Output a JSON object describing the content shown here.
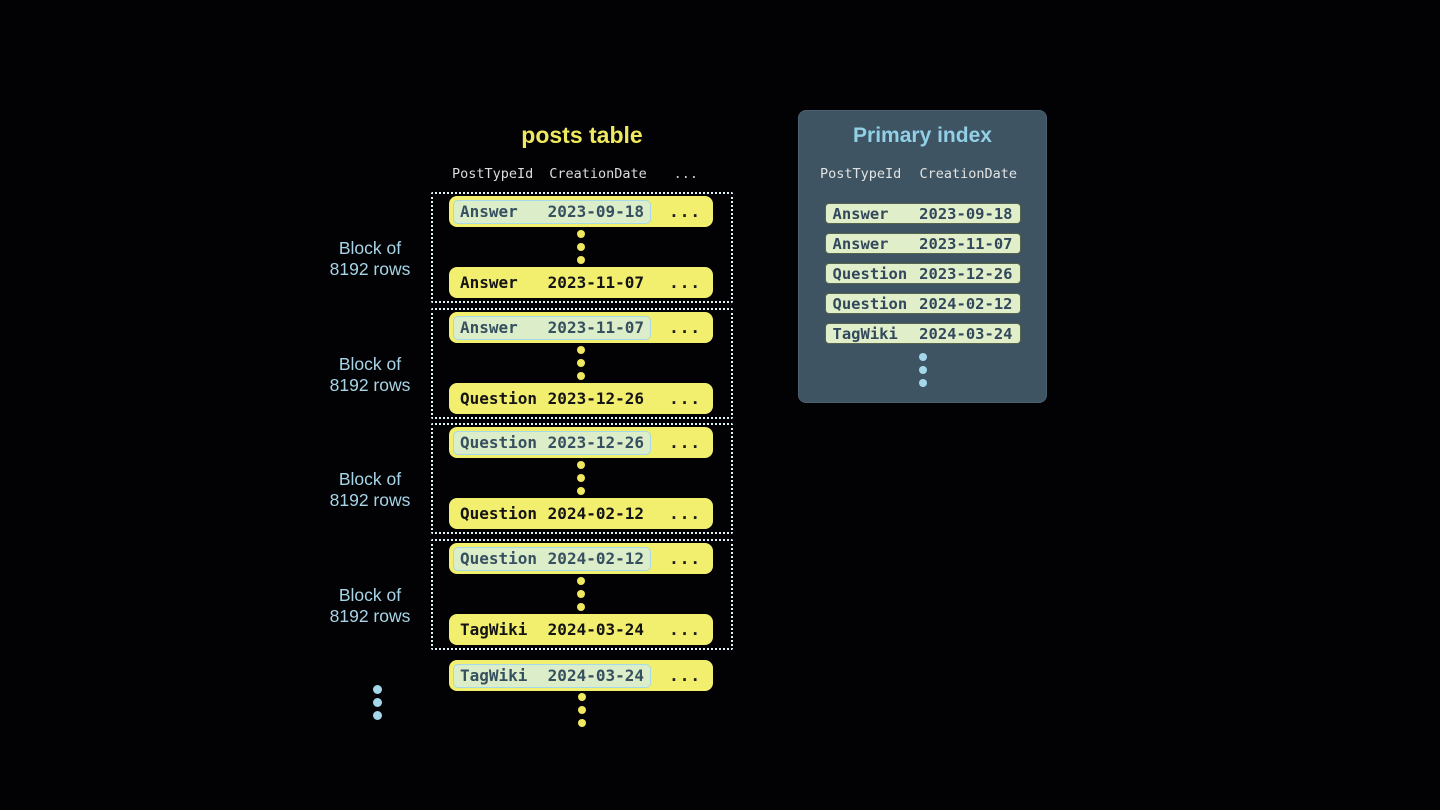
{
  "colors": {
    "background": "#020204",
    "row_yellow": "#f2ee6e",
    "accent_yellow": "#f0e95f",
    "highlight_green": "#dcedca",
    "highlight_border_blue": "#a5daea",
    "label_blue": "#a7d5e7",
    "block_border": "#e0f2f8",
    "panel_bg": "#3e5463",
    "panel_title_blue": "#92d0e8",
    "pill_green": "#e0efca",
    "pill_border": "#55654c",
    "dark_text": "#33485c"
  },
  "posts_table": {
    "title": "posts table",
    "columns": [
      "PostTypeId",
      "CreationDate",
      "..."
    ],
    "ellipsis": "...",
    "blocks": [
      {
        "label_line1": "Block of",
        "label_line2": "8192 rows",
        "first_row": {
          "post_type": "Answer",
          "creation_date": "2023-09-18"
        },
        "last_row": {
          "post_type": "Answer",
          "creation_date": "2023-11-07"
        }
      },
      {
        "label_line1": "Block of",
        "label_line2": "8192 rows",
        "first_row": {
          "post_type": "Answer",
          "creation_date": "2023-11-07"
        },
        "last_row": {
          "post_type": "Question",
          "creation_date": "2023-12-26"
        }
      },
      {
        "label_line1": "Block of",
        "label_line2": "8192 rows",
        "first_row": {
          "post_type": "Question",
          "creation_date": "2023-12-26"
        },
        "last_row": {
          "post_type": "Question",
          "creation_date": "2024-02-12"
        }
      },
      {
        "label_line1": "Block of",
        "label_line2": "8192 rows",
        "first_row": {
          "post_type": "Question",
          "creation_date": "2024-02-12"
        },
        "last_row": {
          "post_type": "TagWiki",
          "creation_date": "2024-03-24"
        }
      }
    ],
    "trailing_row": {
      "post_type": "TagWiki",
      "creation_date": "2024-03-24"
    }
  },
  "primary_index": {
    "title": "Primary index",
    "columns": [
      "PostTypeId",
      "CreationDate"
    ],
    "rows": [
      {
        "post_type": "Answer",
        "creation_date": "2023-09-18"
      },
      {
        "post_type": "Answer",
        "creation_date": "2023-11-07"
      },
      {
        "post_type": "Question",
        "creation_date": "2023-12-26"
      },
      {
        "post_type": "Question",
        "creation_date": "2024-02-12"
      },
      {
        "post_type": "TagWiki",
        "creation_date": "2024-03-24"
      }
    ]
  }
}
